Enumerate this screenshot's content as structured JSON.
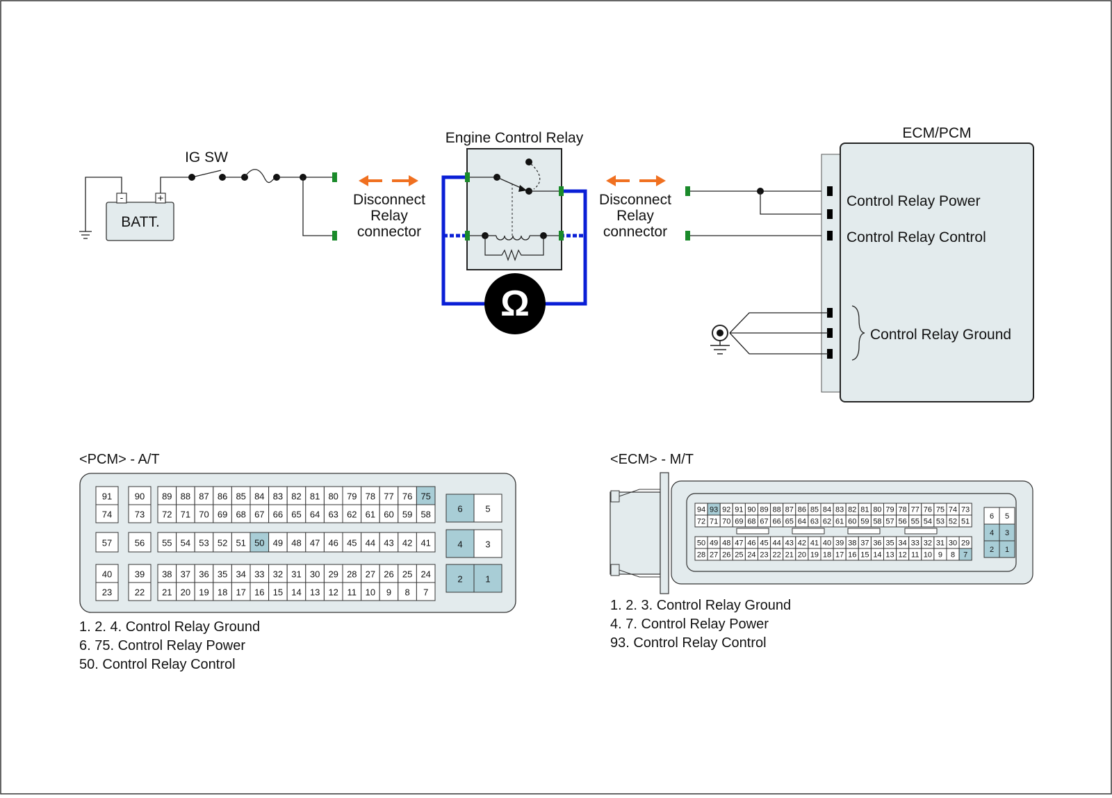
{
  "colors": {
    "highlight": "#a8cdd6",
    "panel": "#e3ebed",
    "meter_lead": "#0a1fd6",
    "arrow": "#f07020",
    "connector": "#1a8a2a"
  },
  "icons": {
    "ground": "ground-icon",
    "meter": "ohm-icon",
    "battery": "battery-icon"
  },
  "circuit": {
    "ig_sw_label": "IG SW",
    "battery_label": "BATT.",
    "battery_minus": "-",
    "battery_plus": "+",
    "relay_title": "Engine Control Relay",
    "meter_symbol": "Ω",
    "left_disconnect": [
      "Disconnect",
      "Relay",
      "connector"
    ],
    "right_disconnect": [
      "Disconnect",
      "Relay",
      "connector"
    ],
    "ecm_title": "ECM/PCM",
    "ecm_labels": {
      "power": "Control Relay Power",
      "control": "Control Relay Control",
      "ground": "Control Relay Ground"
    }
  },
  "pcm": {
    "title": "<PCM> - A/T",
    "small_blocks": [
      {
        "top": "91",
        "bottom": "74"
      },
      {
        "top": "90",
        "bottom": "73"
      },
      {
        "top": "57",
        "bottom": ""
      },
      {
        "top": "56",
        "bottom": ""
      },
      {
        "top": "40",
        "bottom": "23"
      },
      {
        "top": "39",
        "bottom": "22"
      }
    ],
    "row1_top": [
      "89",
      "88",
      "87",
      "86",
      "85",
      "84",
      "83",
      "82",
      "81",
      "80",
      "79",
      "78",
      "77",
      "76",
      "75"
    ],
    "row1_bottom": [
      "72",
      "71",
      "70",
      "69",
      "68",
      "67",
      "66",
      "65",
      "64",
      "63",
      "62",
      "61",
      "60",
      "59",
      "58"
    ],
    "row2": [
      "55",
      "54",
      "53",
      "52",
      "51",
      "50",
      "49",
      "48",
      "47",
      "46",
      "45",
      "44",
      "43",
      "42",
      "41"
    ],
    "row3_top": [
      "38",
      "37",
      "36",
      "35",
      "34",
      "33",
      "32",
      "31",
      "30",
      "29",
      "28",
      "27",
      "26",
      "25",
      "24"
    ],
    "row3_bottom": [
      "21",
      "20",
      "19",
      "18",
      "17",
      "16",
      "15",
      "14",
      "13",
      "12",
      "11",
      "10",
      "9",
      "8",
      "7"
    ],
    "power_pins": [
      [
        "6",
        "5"
      ],
      [
        "4",
        "3"
      ],
      [
        "2",
        "1"
      ]
    ],
    "highlighted": [
      "75",
      "50",
      "6",
      "4",
      "2",
      "1"
    ],
    "notes": [
      "1. 2. 4. Control Relay Ground",
      "6. 75. Control Relay Power",
      "50. Control Relay Control"
    ]
  },
  "ecm": {
    "title": "<ECM> - M/T",
    "upper_top": [
      "94",
      "93",
      "92",
      "91",
      "90",
      "89",
      "88",
      "87",
      "86",
      "85",
      "84",
      "83",
      "82",
      "81",
      "80",
      "79",
      "78",
      "77",
      "76",
      "75",
      "74",
      "73"
    ],
    "upper_bottom": [
      "72",
      "71",
      "70",
      "69",
      "68",
      "67",
      "66",
      "65",
      "64",
      "63",
      "62",
      "61",
      "60",
      "59",
      "58",
      "57",
      "56",
      "55",
      "54",
      "53",
      "52",
      "51"
    ],
    "lower_top": [
      "50",
      "49",
      "48",
      "47",
      "46",
      "45",
      "44",
      "43",
      "42",
      "41",
      "40",
      "39",
      "38",
      "37",
      "36",
      "35",
      "34",
      "33",
      "32",
      "31",
      "30",
      "29"
    ],
    "lower_bottom": [
      "28",
      "27",
      "26",
      "25",
      "24",
      "23",
      "22",
      "21",
      "20",
      "19",
      "18",
      "17",
      "16",
      "15",
      "14",
      "13",
      "12",
      "11",
      "10",
      "9",
      "8",
      "7"
    ],
    "power_pins": [
      [
        "6",
        "5"
      ],
      [
        "4",
        "3"
      ],
      [
        "2",
        "1"
      ]
    ],
    "highlighted": [
      "93",
      "7",
      "4",
      "3",
      "2",
      "1"
    ],
    "notes": [
      "1. 2. 3. Control Relay Ground",
      "4. 7. Control Relay Power",
      "93. Control Relay Control"
    ]
  }
}
